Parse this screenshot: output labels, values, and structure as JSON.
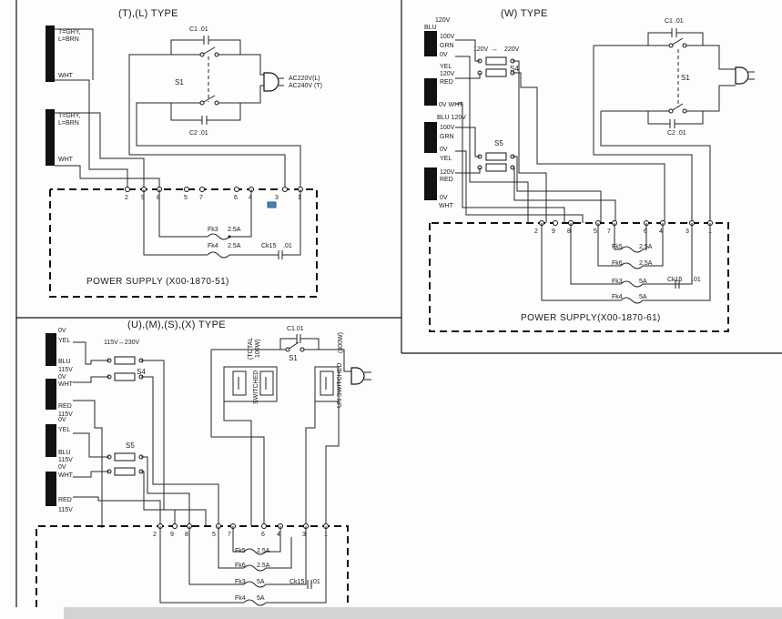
{
  "panels": {
    "tl": {
      "title": "(T),(L) TYPE",
      "xfmr1": {
        "top": "T=GRY,",
        "top2": "L=BRN",
        "bottom": "WHT"
      },
      "xfmr2": {
        "top": "T=GRY,",
        "top2": "L=BRN",
        "bottom": "WHT"
      },
      "c1": "C1  .01",
      "c2": "C2  .01",
      "s1": "S1",
      "plug1": "AC220V(L)",
      "plug2": "AC240V (T)",
      "terminals": [
        "2",
        "9",
        "8",
        "5",
        "7",
        "6",
        "4",
        "3",
        "1"
      ],
      "fk3": "Fk3",
      "fk3_val": "2.5A",
      "fk4": "Fk4",
      "fk4_val": "2.5A",
      "ck15": "Ck15",
      "ck15_val": ".01",
      "psu": "POWER  SUPPLY (X00-1870-51)"
    },
    "tr": {
      "title": "(W) TYPE",
      "x1": {
        "t": "120V",
        "blu": "BLU",
        "v100": "100V",
        "grn": "GRN",
        "ov": "0V",
        "yel": "YEL",
        "v120": "120V",
        "red": "RED",
        "ovw": "0V WHT"
      },
      "x2": {
        "blu": "BLU 120V",
        "v100": "100V",
        "grn": "GRN",
        "ov": "0V",
        "yel": "YEL",
        "v120": "120V",
        "red": "RED",
        "ov2": "0V",
        "wht": "WHT"
      },
      "sw4_range": "120V",
      "sw4_arrow": "↔",
      "sw4_range2": "220V",
      "s4": "S4",
      "s5": "S5",
      "c1": "C1  .01",
      "c2": "C2  .01",
      "s1": "S1",
      "terminals": [
        "2",
        "9",
        "8",
        "5",
        "7",
        "6",
        "4",
        "3",
        "1"
      ],
      "fk5": "Fk5",
      "fk5_val": "2.5A",
      "fk6": "Fk6",
      "fk6_val": "2.5A",
      "fk3": "Fk3",
      "fk3_val": "5A",
      "fk4": "Fk4",
      "fk4_val": "5A",
      "ck15": "Ck15",
      "ck15_val": ".01",
      "psu": "POWER  SUPPLY(X00-1870-61)"
    },
    "bl": {
      "title": "(U),(M),(S),(X)  TYPE",
      "x1": {
        "ov": "0V",
        "yel": "YEL",
        "blu": "BLU",
        "v115": "115V",
        "ov2": "0V",
        "wht": "WHT",
        "red": "RED",
        "v115b": "115V"
      },
      "x2": {
        "ov": "0V",
        "yel": "YEL",
        "blu": "BLU",
        "v115": "115V",
        "ov2": "0V",
        "wht": "WHT",
        "red": "RED",
        "v115b": "115V"
      },
      "sw4_range": "115V↔230V",
      "s4": "S4",
      "s5": "S5",
      "c1": "C1.01",
      "s1": "S1",
      "total": "(TOTAL",
      "total2": "100W)",
      "switched": "SWITCHED",
      "unswitched": "UN SWITCHED",
      "w300": "(300W)",
      "terminals": [
        "2",
        "9",
        "8",
        "5",
        "7",
        "6",
        "4",
        "3",
        "1"
      ],
      "fk5": "Fk5",
      "fk5_val": "2.5A",
      "fk6": "Fk6",
      "fk6_val": "2.5A",
      "fk3": "Fk3",
      "fk3_val": "5A",
      "fk4": "Fk4",
      "fk4_val": "5A",
      "ck15": "Ck15",
      "ck15_val": ".01"
    }
  }
}
